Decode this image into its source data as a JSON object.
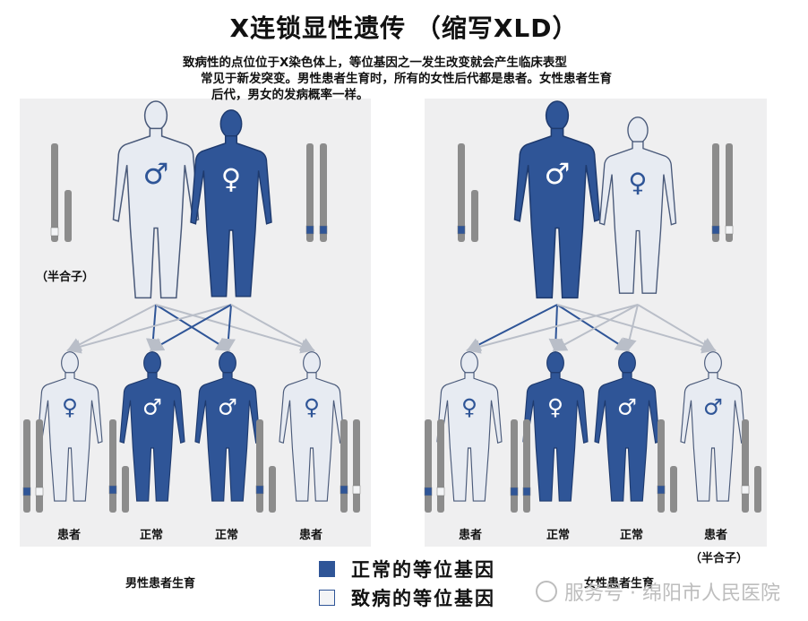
{
  "title": "X连锁显性遗传 （缩写XLD）",
  "description": {
    "line1": "致病性的点位位于X染色体上，等位基因之一发生改变就会产生临床表型",
    "line2": "常见于新发突变。男性患者生育时，所有的女性后代都是患者。女性患者生育",
    "line3": "后代，男女的发病概率一样。"
  },
  "left": {
    "hemizygous_label": "（半合子）",
    "caption": "男性患者生育",
    "children": [
      "患者",
      "正常",
      "正常",
      "患者"
    ]
  },
  "right": {
    "hemizygous_label": "（半合子）",
    "caption": "女性患者生育",
    "children": [
      "患者",
      "正常",
      "正常",
      "患者"
    ]
  },
  "legend": {
    "normal": "正常的等位基因",
    "disease": "致病的等位基因"
  },
  "watermark": "服务号 · 绵阳市人民医院",
  "symbols": {
    "male": "♂",
    "female": "♀"
  },
  "colors": {
    "affected_figure": "#2f5597",
    "normal_figure": "#e7ebf2",
    "outline": "#4a5a7a",
    "normal_allele": "#2f5597",
    "disease_allele": "#f3f4f6",
    "chromosome": "#8c8c8c",
    "arrow": "#b9bec8"
  }
}
